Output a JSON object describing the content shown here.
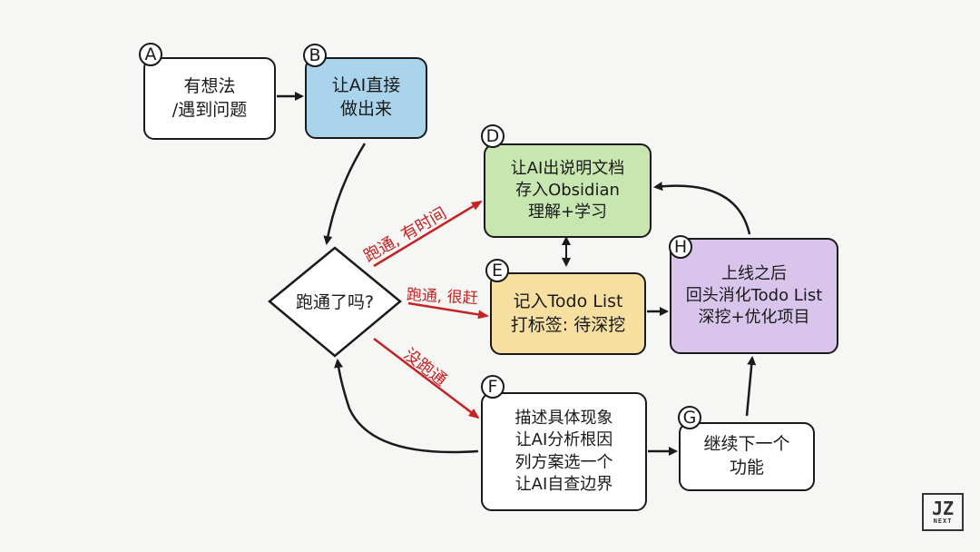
{
  "nodes": {
    "A": {
      "badge": "A",
      "lines": [
        "有想法",
        "/遇到问题"
      ]
    },
    "B": {
      "badge": "B",
      "lines": [
        "让AI直接",
        "做出来"
      ]
    },
    "D": {
      "badge": "D",
      "lines": [
        "让AI出说明文档",
        "存入Obsidian",
        "理解+学习"
      ]
    },
    "E": {
      "badge": "E",
      "lines": [
        "记入Todo List",
        "打标签: 待深挖"
      ]
    },
    "F": {
      "badge": "F",
      "lines": [
        "描述具体现象",
        "让AI分析根因",
        "列方案选一个",
        "让AI自查边界"
      ]
    },
    "G": {
      "badge": "G",
      "lines": [
        "继续下一个",
        "功能"
      ]
    },
    "H": {
      "badge": "H",
      "lines": [
        "上线之后",
        "回头消化Todo List",
        "深挖+优化项目"
      ]
    }
  },
  "decision": "跑通了吗?",
  "edge_labels": {
    "to_D": "跑通, 有时间",
    "to_E": "跑通, 很赶",
    "to_F": "没跑通"
  },
  "logo": {
    "mark": "JZ",
    "sub": "NEXT"
  },
  "colors": {
    "B": "#a9d4ec",
    "D": "#c8e6b0",
    "E": "#f6dfa0",
    "H": "#d9c5ec",
    "red": "#c42323"
  }
}
